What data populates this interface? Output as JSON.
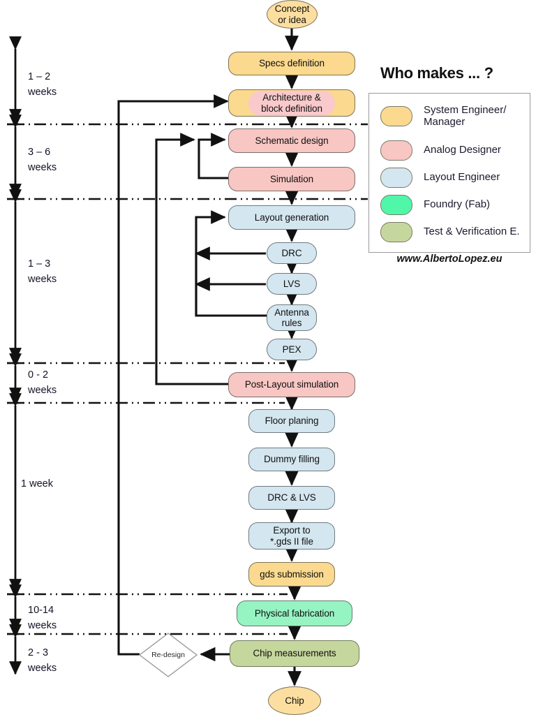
{
  "diagram": {
    "title_legend": "Who makes ... ?",
    "url": "www.AlbertoLopez.eu"
  },
  "legend": {
    "title": "Who makes ... ?",
    "items": [
      {
        "label": "System Engineer/\nManager",
        "color": "#FBD98E"
      },
      {
        "label": "Analog Designer",
        "color": "#F8C6C3"
      },
      {
        "label": "Layout Engineer",
        "color": "#D4E6EF"
      },
      {
        "label": "Foundry (Fab)",
        "color": "#50F7A8"
      },
      {
        "label": "Test & Verification E.",
        "color": "#C6D79D"
      }
    ],
    "url": "www.AlbertoLopez.eu"
  },
  "timeline": {
    "labels": [
      {
        "line1": "1 – 2",
        "line2": "weeks"
      },
      {
        "line1": "3 – 6",
        "line2": "weeks"
      },
      {
        "line1": "1 – 3",
        "line2": "weeks"
      },
      {
        "line1": "0 - 2",
        "line2": "weeks"
      },
      {
        "line1": "1 week",
        "line2": ""
      },
      {
        "line1": "10-14",
        "line2": "weeks"
      },
      {
        "line1": "2 - 3",
        "line2": "weeks"
      }
    ]
  },
  "nodes": {
    "concept": "Concept\nor idea",
    "specs": "Specs definition",
    "architecture": "Architecture &\nblock definition",
    "schematic": "Schematic design",
    "simulation": "Simulation",
    "layout_generation": "Layout generation",
    "drc": "DRC",
    "lvs": "LVS",
    "antenna": "Antenna\nrules",
    "pex": "PEX",
    "post_layout": "Post-Layout simulation",
    "floor_planing": "Floor planing",
    "dummy_filling": "Dummy filling",
    "drc_lvs": "DRC & LVS",
    "export_gds": "Export to\n*.gds II file",
    "gds_submission": "gds submission",
    "physical_fabrication": "Physical fabrication",
    "chip_measurements": "Chip measurements",
    "chip": "Chip",
    "redesign": "Re-design"
  },
  "colors": {
    "system_engineer": "#FBD98E",
    "analog_designer": "#F8C6C3",
    "layout_engineer": "#D4E6EF",
    "foundry": "#96F3C2",
    "test_verification": "#C6D79D",
    "stroke": "#111111"
  }
}
